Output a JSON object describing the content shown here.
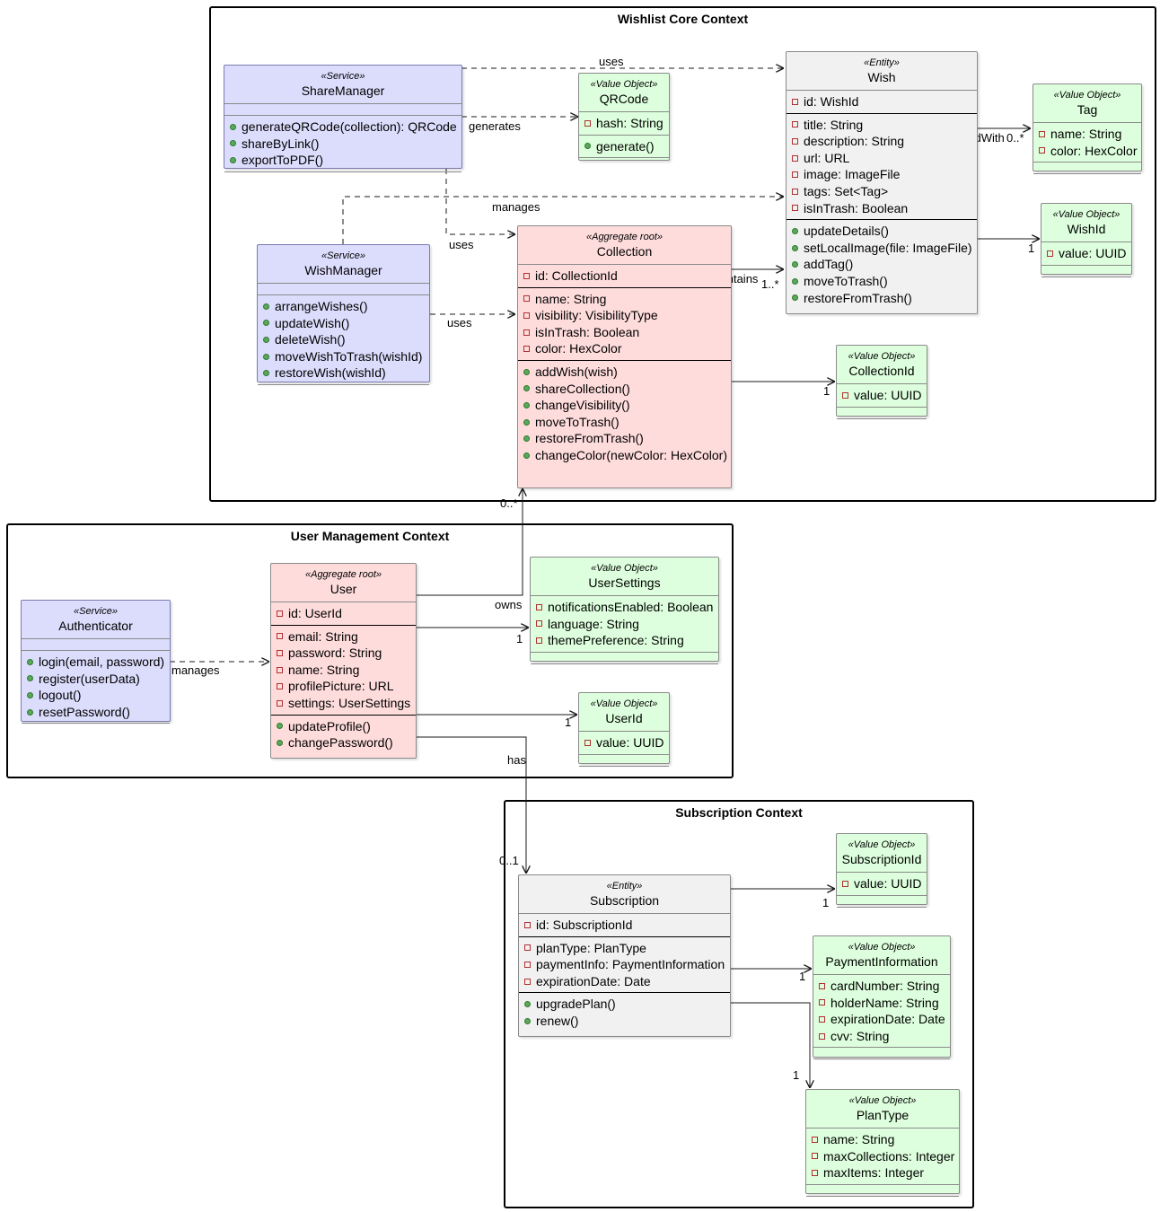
{
  "colors": {
    "service_fill": "#dcdcfd",
    "service_border": "#7b7bb0",
    "entity_fill": "#f1f1f1",
    "aggregate_fill": "#ffdcdc",
    "value_fill": "#ddffdd",
    "edge": "#181818",
    "private_marker": "#b03030",
    "public_marker": "#5aa85a"
  },
  "packages": {
    "core": {
      "title": "Wishlist Core Context"
    },
    "user": {
      "title": "User Management Context"
    },
    "sub": {
      "title": "Subscription Context"
    }
  },
  "classes": {
    "share": {
      "stereotype": "«Service»",
      "name": "ShareManager",
      "kind": "service",
      "sections": [
        [],
        [
          {
            "vis": "public",
            "text": "generateQRCode(collection): QRCode"
          },
          {
            "vis": "public",
            "text": "shareByLink()"
          },
          {
            "vis": "public",
            "text": "exportToPDF()"
          }
        ]
      ]
    },
    "qrcode": {
      "stereotype": "«Value Object»",
      "name": "QRCode",
      "kind": "value",
      "sections": [
        [
          {
            "vis": "private",
            "text": "hash: String"
          }
        ],
        [
          {
            "vis": "public",
            "text": "generate()"
          }
        ]
      ]
    },
    "wish": {
      "stereotype": "«Entity»",
      "name": "Wish",
      "kind": "entity",
      "sections": [
        [
          {
            "vis": "private",
            "text": "id: WishId"
          }
        ],
        [
          {
            "vis": "private",
            "text": "title: String"
          },
          {
            "vis": "private",
            "text": "description: String"
          },
          {
            "vis": "private",
            "text": "url: URL"
          },
          {
            "vis": "private",
            "text": "image: ImageFile"
          },
          {
            "vis": "private",
            "text": "tags: Set<Tag>"
          },
          {
            "vis": "private",
            "text": "isInTrash: Boolean"
          }
        ],
        [
          {
            "vis": "public",
            "text": "updateDetails()"
          },
          {
            "vis": "public",
            "text": "setLocalImage(file: ImageFile)"
          },
          {
            "vis": "public",
            "text": "addTag()"
          },
          {
            "vis": "public",
            "text": "moveToTrash()"
          },
          {
            "vis": "public",
            "text": "restoreFromTrash()"
          }
        ]
      ]
    },
    "tag": {
      "stereotype": "«Value Object»",
      "name": "Tag",
      "kind": "value",
      "sections": [
        [
          {
            "vis": "private",
            "text": "name: String"
          },
          {
            "vis": "private",
            "text": "color: HexColor"
          }
        ],
        []
      ]
    },
    "wishid": {
      "stereotype": "«Value Object»",
      "name": "WishId",
      "kind": "value",
      "sections": [
        [
          {
            "vis": "private",
            "text": "value: UUID"
          }
        ],
        []
      ]
    },
    "wishmanager": {
      "stereotype": "«Service»",
      "name": "WishManager",
      "kind": "service",
      "sections": [
        [],
        [
          {
            "vis": "public",
            "text": "arrangeWishes()"
          },
          {
            "vis": "public",
            "text": "updateWish()"
          },
          {
            "vis": "public",
            "text": "deleteWish()"
          },
          {
            "vis": "public",
            "text": "moveWishToTrash(wishId)"
          },
          {
            "vis": "public",
            "text": "restoreWish(wishId)"
          }
        ]
      ]
    },
    "collection": {
      "stereotype": "«Aggregate root»",
      "name": "Collection",
      "kind": "aggregate",
      "sections": [
        [
          {
            "vis": "private",
            "text": "id: CollectionId"
          }
        ],
        [
          {
            "vis": "private",
            "text": "name: String"
          },
          {
            "vis": "private",
            "text": "visibility: VisibilityType"
          },
          {
            "vis": "private",
            "text": "isInTrash: Boolean"
          },
          {
            "vis": "private",
            "text": "color: HexColor"
          }
        ],
        [
          {
            "vis": "public",
            "text": "addWish(wish)"
          },
          {
            "vis": "public",
            "text": "shareCollection()"
          },
          {
            "vis": "public",
            "text": "changeVisibility()"
          },
          {
            "vis": "public",
            "text": "moveToTrash()"
          },
          {
            "vis": "public",
            "text": "restoreFromTrash()"
          },
          {
            "vis": "public",
            "text": "changeColor(newColor: HexColor)"
          }
        ]
      ]
    },
    "collectionid": {
      "stereotype": "«Value Object»",
      "name": "CollectionId",
      "kind": "value",
      "sections": [
        [
          {
            "vis": "private",
            "text": "value: UUID"
          }
        ],
        []
      ]
    },
    "auth": {
      "stereotype": "«Service»",
      "name": "Authenticator",
      "kind": "service",
      "sections": [
        [],
        [
          {
            "vis": "public",
            "text": "login(email, password)"
          },
          {
            "vis": "public",
            "text": "register(userData)"
          },
          {
            "vis": "public",
            "text": "logout()"
          },
          {
            "vis": "public",
            "text": "resetPassword()"
          }
        ]
      ]
    },
    "user": {
      "stereotype": "«Aggregate root»",
      "name": "User",
      "kind": "aggregate",
      "sections": [
        [
          {
            "vis": "private",
            "text": "id: UserId"
          }
        ],
        [
          {
            "vis": "private",
            "text": "email: String"
          },
          {
            "vis": "private",
            "text": "password: String"
          },
          {
            "vis": "private",
            "text": "name: String"
          },
          {
            "vis": "private",
            "text": "profilePicture: URL"
          },
          {
            "vis": "private",
            "text": "settings: UserSettings"
          }
        ],
        [
          {
            "vis": "public",
            "text": "updateProfile()"
          },
          {
            "vis": "public",
            "text": "changePassword()"
          }
        ]
      ]
    },
    "usersettings": {
      "stereotype": "«Value Object»",
      "name": "UserSettings",
      "kind": "value",
      "sections": [
        [
          {
            "vis": "private",
            "text": "notificationsEnabled: Boolean"
          },
          {
            "vis": "private",
            "text": "language: String"
          },
          {
            "vis": "private",
            "text": "themePreference: String"
          }
        ],
        []
      ]
    },
    "userid": {
      "stereotype": "«Value Object»",
      "name": "UserId",
      "kind": "value",
      "sections": [
        [
          {
            "vis": "private",
            "text": "value: UUID"
          }
        ],
        []
      ]
    },
    "subscription": {
      "stereotype": "«Entity»",
      "name": "Subscription",
      "kind": "entity",
      "sections": [
        [
          {
            "vis": "private",
            "text": "id: SubscriptionId"
          }
        ],
        [
          {
            "vis": "private",
            "text": "planType: PlanType"
          },
          {
            "vis": "private",
            "text": "paymentInfo: PaymentInformation"
          },
          {
            "vis": "private",
            "text": "expirationDate: Date"
          }
        ],
        [
          {
            "vis": "public",
            "text": "upgradePlan()"
          },
          {
            "vis": "public",
            "text": "renew()"
          }
        ]
      ]
    },
    "subscriptionid": {
      "stereotype": "«Value Object»",
      "name": "SubscriptionId",
      "kind": "value",
      "sections": [
        [
          {
            "vis": "private",
            "text": "value: UUID"
          }
        ],
        []
      ]
    },
    "payment": {
      "stereotype": "«Value Object»",
      "name": "PaymentInformation",
      "kind": "value",
      "sections": [
        [
          {
            "vis": "private",
            "text": "cardNumber: String"
          },
          {
            "vis": "private",
            "text": "holderName: String"
          },
          {
            "vis": "private",
            "text": "expirationDate: Date"
          },
          {
            "vis": "private",
            "text": "cvv: String"
          }
        ],
        []
      ]
    },
    "plantype": {
      "stereotype": "«Value Object»",
      "name": "PlanType",
      "kind": "value",
      "sections": [
        [
          {
            "vis": "private",
            "text": "name: String"
          },
          {
            "vis": "private",
            "text": "maxCollections: Integer"
          },
          {
            "vis": "private",
            "text": "maxItems: Integer"
          }
        ],
        []
      ]
    }
  },
  "edges": [
    {
      "id": "share-uses-wish",
      "kind": "dependency",
      "label": "uses"
    },
    {
      "id": "share-generates-qrcode",
      "kind": "dependency",
      "label": "generates"
    },
    {
      "id": "share-uses-collection",
      "kind": "dependency",
      "label": "uses"
    },
    {
      "id": "wishmanager-manages-wish",
      "kind": "dependency",
      "label": "manages"
    },
    {
      "id": "wishmanager-uses-collection",
      "kind": "dependency",
      "label": "uses"
    },
    {
      "id": "collection-contains-wish",
      "kind": "composition",
      "label": "contains",
      "target_mult": "1..*"
    },
    {
      "id": "wish-taggedwith-tag",
      "kind": "composition",
      "label": "taggedWith",
      "target_mult": "0..*"
    },
    {
      "id": "wish-wishid",
      "kind": "aggregation",
      "target_mult": "1"
    },
    {
      "id": "collection-collectionid",
      "kind": "aggregation",
      "target_mult": "1"
    },
    {
      "id": "user-owns-collection",
      "kind": "composition",
      "label": "owns",
      "target_mult": "0..*"
    },
    {
      "id": "auth-manages-user",
      "kind": "dependency",
      "label": "manages"
    },
    {
      "id": "user-usersettings",
      "kind": "aggregation",
      "target_mult": "1"
    },
    {
      "id": "user-userid",
      "kind": "aggregation",
      "target_mult": "1"
    },
    {
      "id": "user-has-subscription",
      "kind": "aggregation",
      "label": "has",
      "target_mult": "0..1"
    },
    {
      "id": "subscription-subscriptionid",
      "kind": "aggregation",
      "target_mult": "1"
    },
    {
      "id": "subscription-payment",
      "kind": "aggregation",
      "target_mult": "1"
    },
    {
      "id": "subscription-plantype",
      "kind": "aggregation",
      "target_mult": "1"
    }
  ]
}
